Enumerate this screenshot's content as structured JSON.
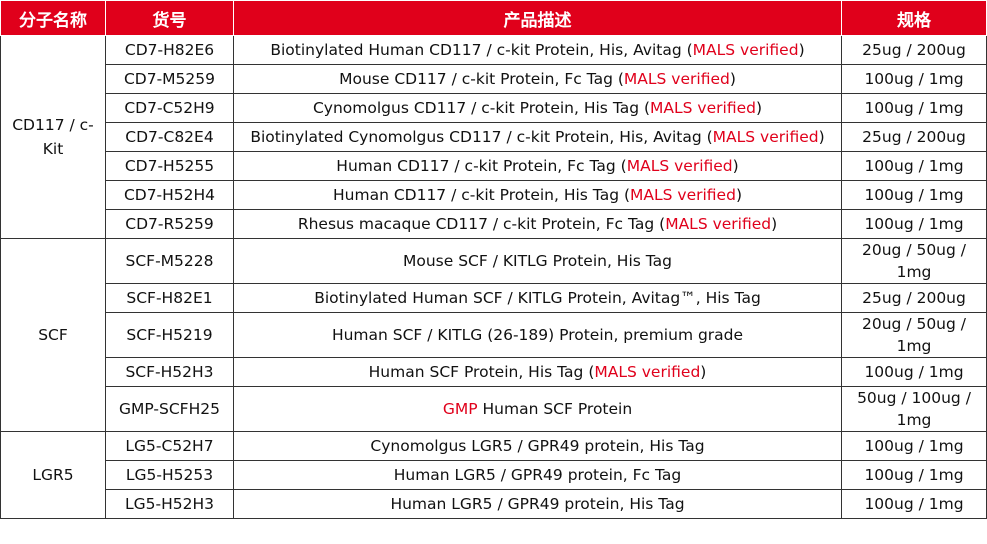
{
  "headers": {
    "molecule": "分子名称",
    "catalog": "货号",
    "description": "产品描述",
    "size": "规格"
  },
  "groups": [
    {
      "name": "CD117 / c-Kit",
      "rows": [
        {
          "catalog": "CD7-H82E6",
          "desc": "Biotinylated Human CD117 / c-kit Protein, His, Avitag",
          "tag_pre": "",
          "tag_post": "MALS verified",
          "size": "25ug / 200ug"
        },
        {
          "catalog": "CD7-M5259",
          "desc": "Mouse CD117 / c-kit Protein, Fc Tag",
          "tag_pre": "",
          "tag_post": "MALS verified",
          "size": "100ug / 1mg"
        },
        {
          "catalog": "CD7-C52H9",
          "desc": "Cynomolgus CD117 / c-kit Protein, His Tag",
          "tag_pre": "",
          "tag_post": "MALS verified",
          "size": "100ug / 1mg"
        },
        {
          "catalog": "CD7-C82E4",
          "desc": "Biotinylated Cynomolgus CD117 / c-kit Protein, His, Avitag",
          "tag_pre": "",
          "tag_post": "MALS verified",
          "size": "25ug / 200ug"
        },
        {
          "catalog": "CD7-H5255",
          "desc": "Human CD117 / c-kit Protein, Fc Tag",
          "tag_pre": "",
          "tag_post": "MALS verified",
          "size": "100ug / 1mg"
        },
        {
          "catalog": "CD7-H52H4",
          "desc": "Human CD117 / c-kit Protein, His Tag",
          "tag_pre": "",
          "tag_post": "MALS verified",
          "size": "100ug / 1mg"
        },
        {
          "catalog": "CD7-R5259",
          "desc": "Rhesus macaque CD117 / c-kit Protein, Fc Tag",
          "tag_pre": "",
          "tag_post": "MALS verified",
          "size": "100ug / 1mg"
        }
      ]
    },
    {
      "name": "SCF",
      "rows": [
        {
          "catalog": "SCF-M5228",
          "desc": "Mouse SCF / KITLG Protein, His Tag",
          "tag_pre": "",
          "tag_post": "",
          "size": "20ug / 50ug / 1mg"
        },
        {
          "catalog": "SCF-H82E1",
          "desc": "Biotinylated Human SCF / KITLG Protein, Avitag™, His Tag",
          "tag_pre": "",
          "tag_post": "",
          "size": "25ug / 200ug"
        },
        {
          "catalog": "SCF-H5219",
          "desc": "Human SCF / KITLG (26-189) Protein, premium grade",
          "tag_pre": "",
          "tag_post": "",
          "size": "20ug / 50ug / 1mg"
        },
        {
          "catalog": "SCF-H52H3",
          "desc": "Human SCF Protein, His Tag",
          "tag_pre": "",
          "tag_post": "MALS verified",
          "size": "100ug / 1mg"
        },
        {
          "catalog": "GMP-SCFH25",
          "desc": "Human SCF Protein",
          "tag_pre": "GMP",
          "tag_post": "",
          "size": "50ug / 100ug / 1mg"
        }
      ]
    },
    {
      "name": "LGR5",
      "rows": [
        {
          "catalog": "LG5-C52H7",
          "desc": "Cynomolgus LGR5 / GPR49 protein, His Tag",
          "tag_pre": "",
          "tag_post": "",
          "size": "100ug / 1mg"
        },
        {
          "catalog": "LG5-H5253",
          "desc": "Human LGR5 / GPR49 protein, Fc Tag",
          "tag_pre": "",
          "tag_post": "",
          "size": "100ug / 1mg"
        },
        {
          "catalog": "LG5-H52H3",
          "desc": "Human LGR5 / GPR49 protein, His Tag",
          "tag_pre": "",
          "tag_post": "",
          "size": "100ug / 1mg"
        }
      ]
    }
  ]
}
